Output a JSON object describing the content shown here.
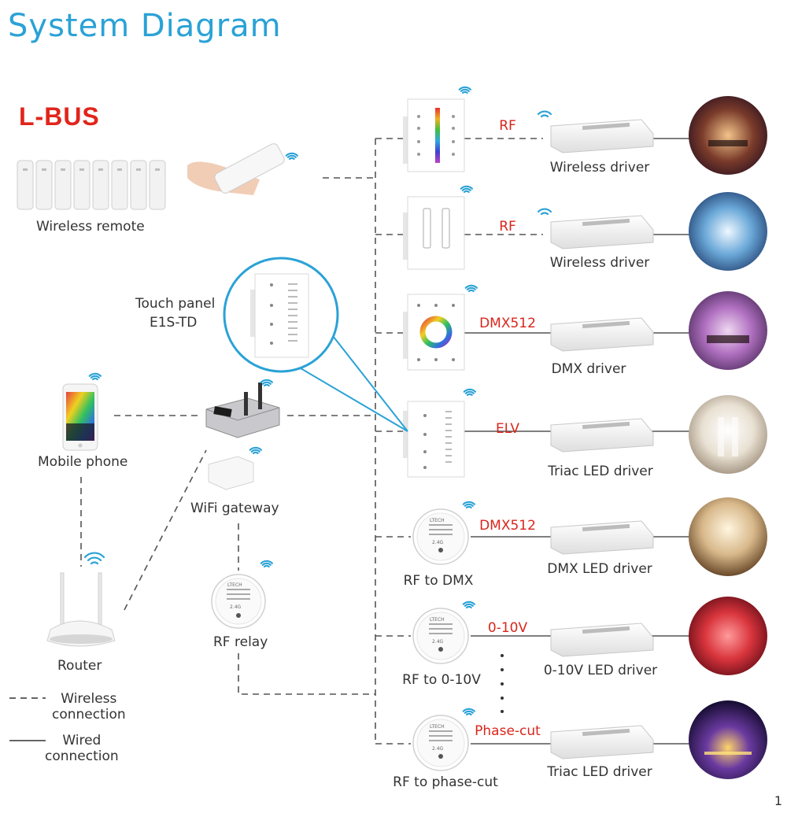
{
  "title": "System Diagram",
  "brand": "L-BUS",
  "page_number": "1",
  "colors": {
    "title": "#2aa2d6",
    "brand": "#e1251b",
    "signal": "#d9261c",
    "line": "#555555"
  },
  "left": {
    "wireless_remote": "Wireless remote",
    "touch_panel_line1": "Touch panel",
    "touch_panel_line2": "E1S-TD",
    "mobile_phone": "Mobile phone",
    "wifi_gateway": "WiFi gateway",
    "router": "Router",
    "rf_relay": "RF relay"
  },
  "legend": {
    "wireless_line1": "Wireless",
    "wireless_line2": "connection",
    "wired_line1": "Wired",
    "wired_line2": "connection"
  },
  "rows": [
    {
      "controller": "",
      "signal": "RF",
      "driver": "Wireless driver"
    },
    {
      "controller": "",
      "signal": "RF",
      "driver": "Wireless driver"
    },
    {
      "controller": "",
      "signal": "DMX512",
      "driver": "DMX driver"
    },
    {
      "controller": "",
      "signal": "ELV",
      "driver": "Triac LED driver"
    },
    {
      "controller": "RF to DMX",
      "signal": "DMX512",
      "driver": "DMX LED driver"
    },
    {
      "controller": "RF to 0-10V",
      "signal": "0-10V",
      "driver": "0-10V LED driver"
    },
    {
      "controller": "RF to phase-cut",
      "signal": "Phase-cut",
      "driver": "Triac LED driver"
    }
  ],
  "device_chip_text": {
    "brand": "LTECH",
    "freq": "2.4G"
  }
}
